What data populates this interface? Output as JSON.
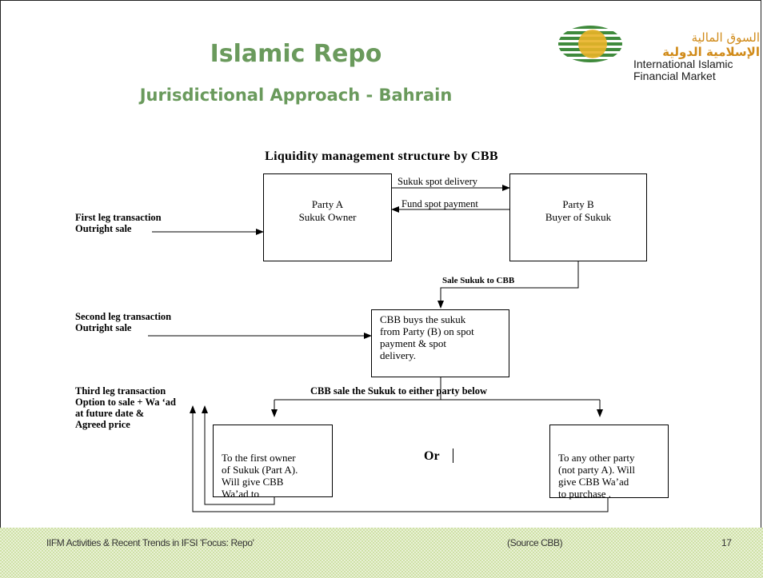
{
  "slide": {
    "title": "Islamic Repo",
    "subtitle": "Jurisdictional Approach - Bahrain"
  },
  "logo": {
    "arabic_line1": "السوق المالية",
    "arabic_line2": "الإسلامية الدولية",
    "english_line1": "International Islamic",
    "english_line2": "Financial Market"
  },
  "diagram": {
    "heading": "Liquidity management structure by CBB",
    "party_a": {
      "line1": "Party A",
      "line2": "Sukuk Owner"
    },
    "party_b": {
      "line1": "Party B",
      "line2": "Buyer of Sukuk"
    },
    "arrow_sukuk_spot": "Sukuk spot delivery",
    "arrow_fund_spot": "Fund spot payment",
    "first_leg": {
      "line1": "First leg transaction",
      "line2": "Outright sale"
    },
    "sale_to_cbb": "Sale Sukuk to CBB",
    "second_leg": {
      "line1": "Second leg transaction",
      "line2": "Outright sale"
    },
    "cbb_box": {
      "line1": "CBB buys the sukuk",
      "line2": "from Party (B) on spot",
      "line3": "payment & spot",
      "line4": "delivery."
    },
    "third_leg": {
      "line1": "Third leg transaction",
      "line2": "Option to sale + Wa ‘ad",
      "line3": "at future date &",
      "line4": "Agreed price"
    },
    "cbb_sale": "CBB sale the Sukuk to either party below",
    "first_owner_box": {
      "line1": "To the first owner",
      "line2": "of Sukuk (Part A).",
      "line3": "Will give CBB",
      "line4": "Wa’ad to"
    },
    "or_text": "Or",
    "other_party_box": {
      "line1": "To any other party",
      "line2": "(not party A). Will",
      "line3": "give CBB Wa’ad",
      "line4": "to purchase ."
    }
  },
  "footer": {
    "left": "IIFM Activities & Recent Trends in IFSI 'Focus: Repo'",
    "source": "(Source CBB)",
    "page": "17"
  },
  "colors": {
    "title": "#6a9a5c",
    "logo_gold": "#d08a18",
    "logo_green": "#3f8a3c",
    "footer_band": "#cfe1a6"
  }
}
